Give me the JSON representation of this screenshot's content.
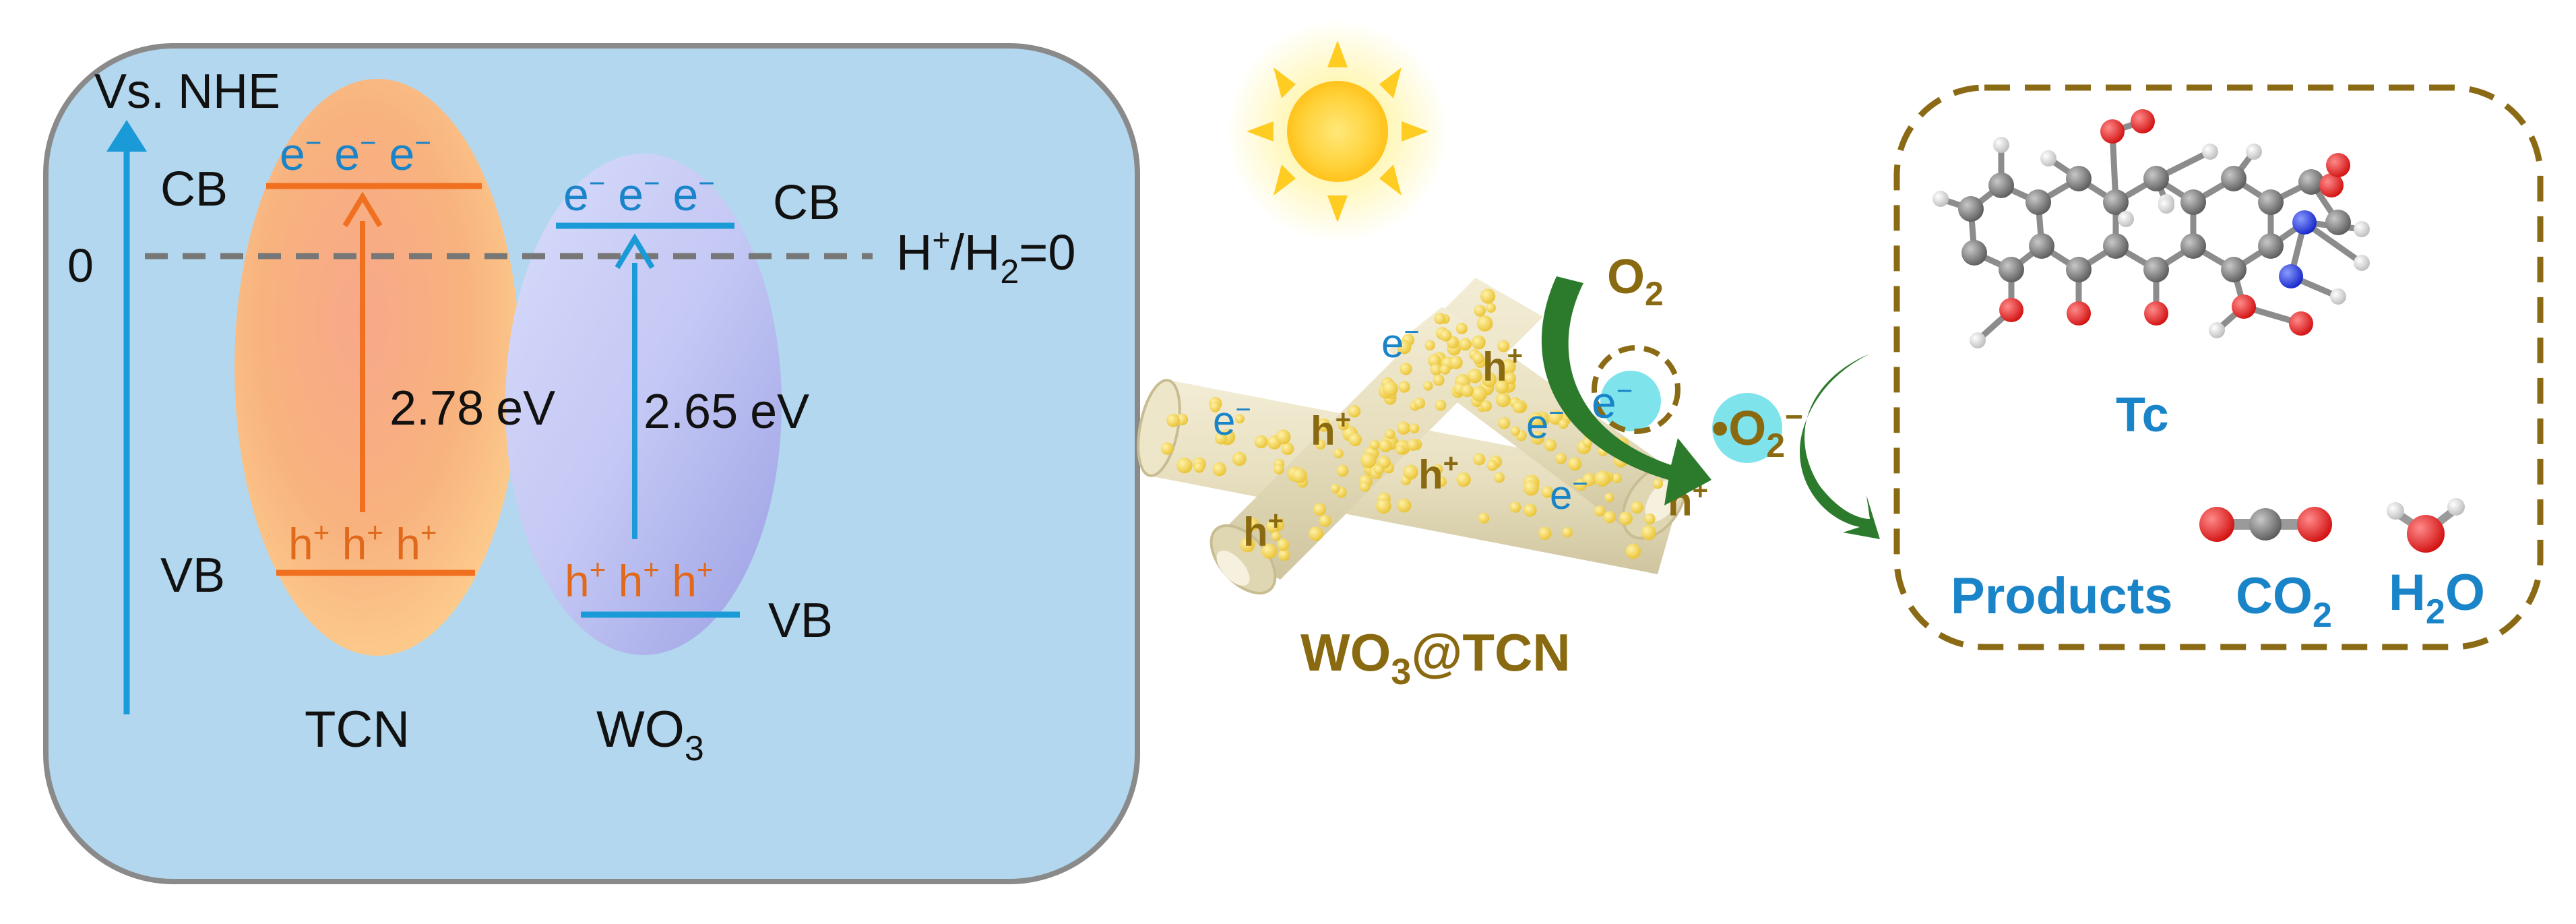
{
  "band_diagram": {
    "axis_label": "Vs. NHE",
    "zero_label": "0",
    "ref_pre": "H",
    "ref_plus": "+",
    "ref_mid": "/H",
    "ref_sub": "2",
    "ref_post": "=0",
    "tcn": {
      "cb_label": "CB",
      "vb_label": "VB",
      "name": "TCN",
      "electrons": [
        "e",
        "e",
        "e"
      ],
      "electron_sup": "−",
      "holes": [
        "h",
        "h",
        "h"
      ],
      "hole_sup": "+",
      "gap_value": "2.78",
      "gap_unit": "eV"
    },
    "wo3": {
      "cb_label": "CB",
      "vb_label": "VB",
      "name_main": "WO",
      "name_sub": "3",
      "electrons": [
        "e",
        "e",
        "e"
      ],
      "electron_sup": "−",
      "holes": [
        "h",
        "h",
        "h"
      ],
      "hole_sup": "+",
      "gap_value": "2.65",
      "gap_unit": "eV"
    }
  },
  "composite": {
    "label_main": "WO",
    "label_sub": "3",
    "label_post": "@TCN",
    "carriers": [
      {
        "base": "e",
        "sup": "−",
        "type": "electron"
      },
      {
        "base": "h",
        "sup": "+",
        "type": "hole"
      },
      {
        "base": "e",
        "sup": "−",
        "type": "electron"
      },
      {
        "base": "h",
        "sup": "+",
        "type": "hole"
      },
      {
        "base": "e",
        "sup": "−",
        "type": "electron"
      },
      {
        "base": "h",
        "sup": "+",
        "type": "hole"
      },
      {
        "base": "h",
        "sup": "+",
        "type": "hole"
      },
      {
        "base": "e",
        "sup": "−",
        "type": "electron"
      },
      {
        "base": "h",
        "sup": "+",
        "type": "hole"
      }
    ],
    "trapped_electron": "e",
    "trapped_electron_sup": "−"
  },
  "reaction": {
    "o2_main": "O",
    "o2_sub": "2",
    "radical_dot": "•",
    "radical_main": "O",
    "radical_sub": "2",
    "radical_sup": "−"
  },
  "products_box": {
    "molecule_name": "Tc",
    "products_label": "Products",
    "co2_main": "CO",
    "co2_sub": "2",
    "h2o_main": "H",
    "h2o_sub": "2",
    "h2o_post": "O"
  },
  "colors": {
    "panel_bg": "#b3d7ee",
    "panel_border": "#8a8a8a",
    "axis_blue": "#1a9ad6",
    "tcn_orange": "#f07020",
    "wo3_blue": "#1a9ad6",
    "label_blue": "#1a84c8",
    "gold_text": "#8a6a10",
    "dash_brown": "#8a6a14",
    "green_arrow": "#2c7a2c",
    "cyan_circle": "#7fe3ec",
    "hole_text_orange": "#e0691b"
  }
}
